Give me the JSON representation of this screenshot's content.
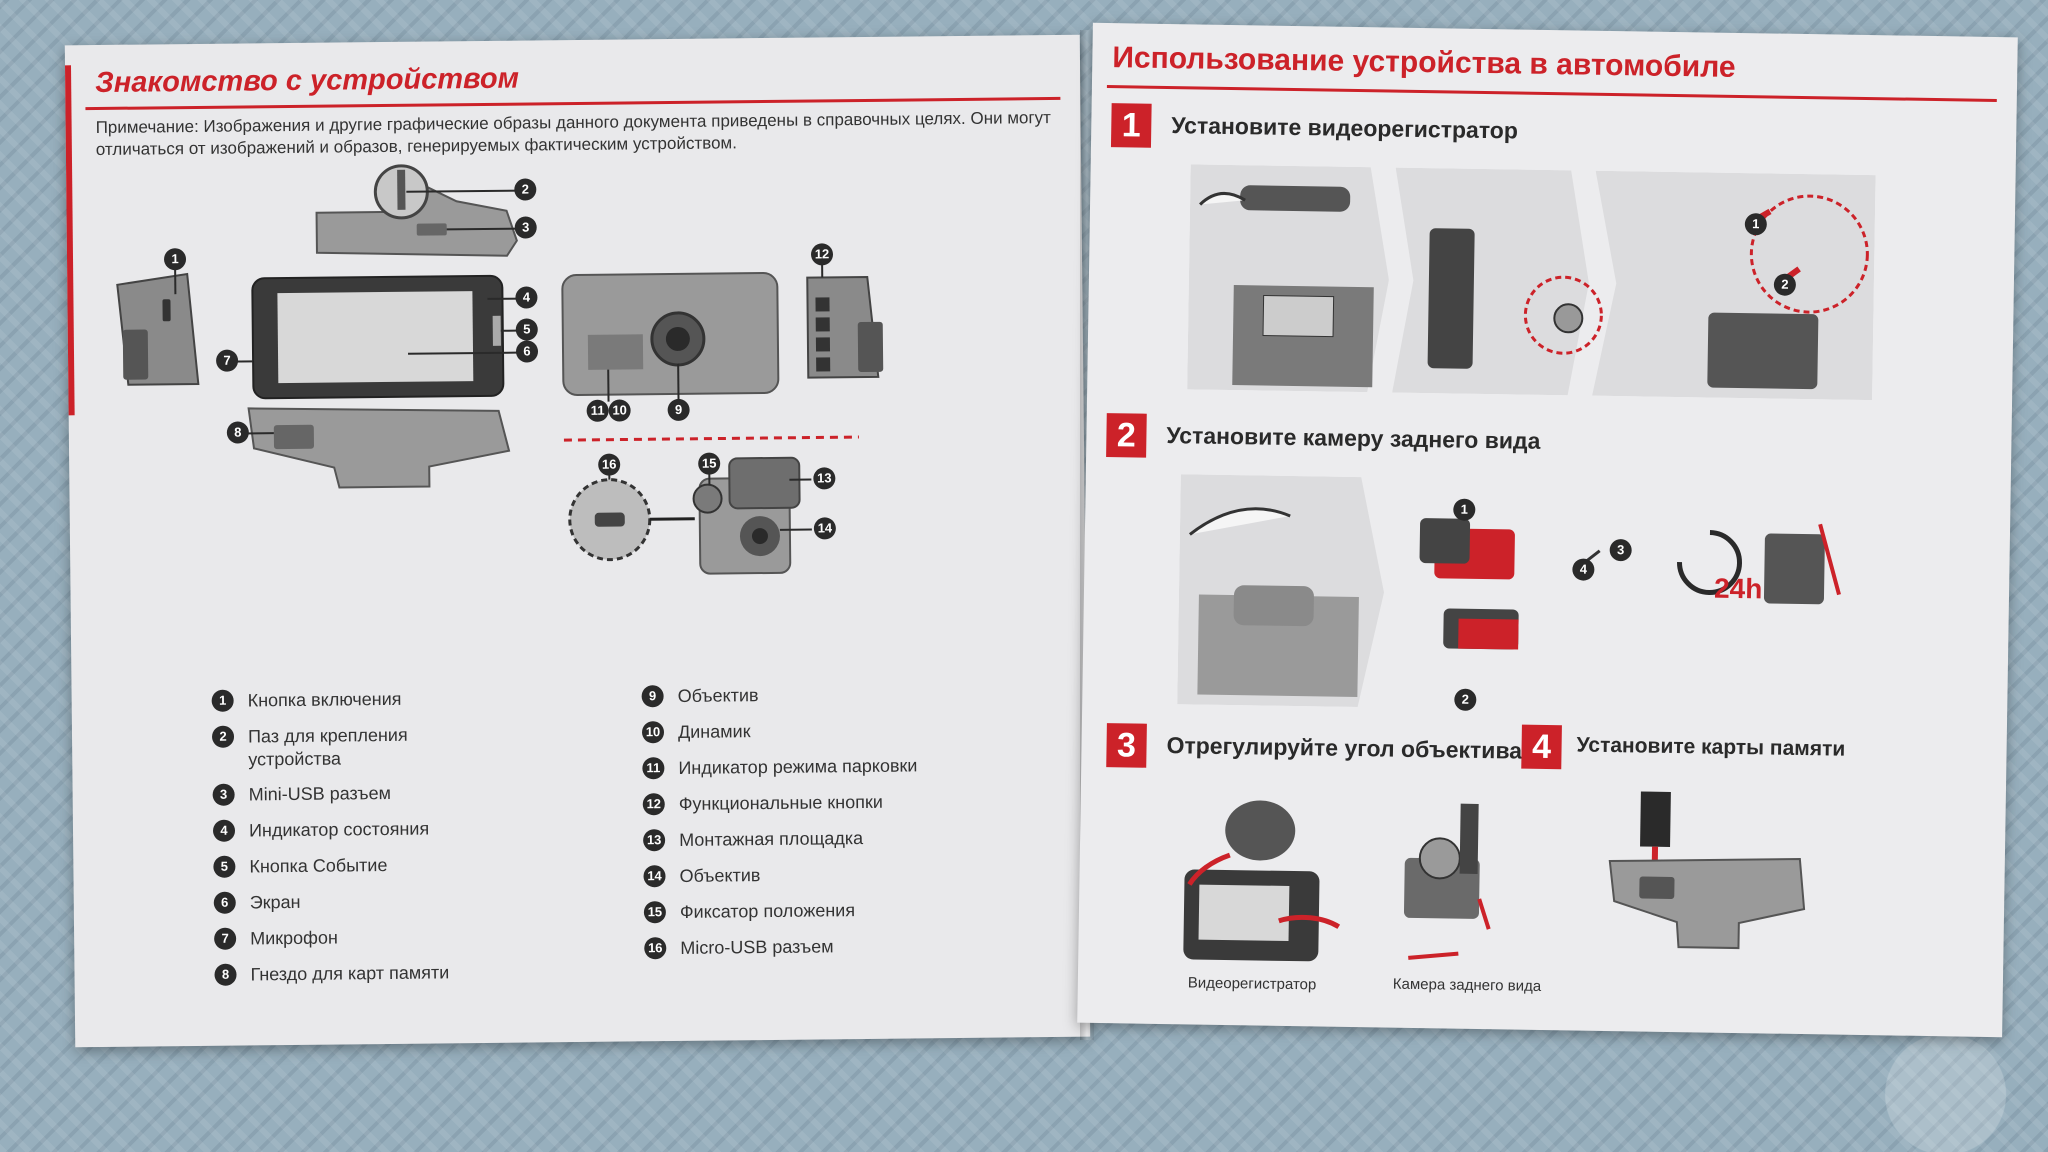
{
  "left_page": {
    "title": "Знакомство с устройством",
    "note": "Примечание: Изображения и другие графические образы данного документа приведены в справочных целях. Они могут отличаться от изображений и образов, генерируемых фактическим устройством.",
    "legend_col1": [
      {
        "n": "1",
        "label": "Кнопка включения"
      },
      {
        "n": "2",
        "label": "Паз для крепления устройства"
      },
      {
        "n": "3",
        "label": "Mini-USB разъем"
      },
      {
        "n": "4",
        "label": "Индикатор состояния"
      },
      {
        "n": "5",
        "label": "Кнопка Событие"
      },
      {
        "n": "6",
        "label": "Экран"
      },
      {
        "n": "7",
        "label": "Микрофон"
      },
      {
        "n": "8",
        "label": "Гнездо для карт памяти"
      }
    ],
    "legend_col2": [
      {
        "n": "9",
        "label": "Объектив"
      },
      {
        "n": "10",
        "label": "Динамик"
      },
      {
        "n": "11",
        "label": "Индикатор режима парковки"
      },
      {
        "n": "12",
        "label": "Функциональные кнопки"
      },
      {
        "n": "13",
        "label": "Монтажная площадка"
      },
      {
        "n": "14",
        "label": "Объектив"
      },
      {
        "n": "15",
        "label": "Фиксатор положения"
      },
      {
        "n": "16",
        "label": "Micro-USB разъем"
      }
    ],
    "callouts": {
      "c1": "1",
      "c2": "2",
      "c3": "3",
      "c4": "4",
      "c5": "5",
      "c6": "6",
      "c7": "7",
      "c8": "8",
      "c9": "9",
      "c10": "10",
      "c11": "11",
      "c12": "12",
      "c13": "13",
      "c14": "14",
      "c15": "15",
      "c16": "16"
    }
  },
  "right_page": {
    "title": "Использование устройства в автомобиле",
    "steps": [
      {
        "num": "1",
        "title": "Установите видеорегистратор"
      },
      {
        "num": "2",
        "title": "Установите камеру заднего вида"
      },
      {
        "num": "3",
        "title": "Отрегулируйте угол объектива"
      },
      {
        "num": "4",
        "title": "Установите карты памяти"
      }
    ],
    "captions": {
      "dvr": "Видеорегистратор",
      "rear_cam": "Камера заднего вида",
      "hours": "24h"
    },
    "sub_markers": {
      "m1": "1",
      "m2": "2",
      "m3": "3",
      "m4": "4"
    }
  },
  "colors": {
    "accent": "#cc2229",
    "dark": "#2a2a2a",
    "paper": "#e9e9eb"
  }
}
